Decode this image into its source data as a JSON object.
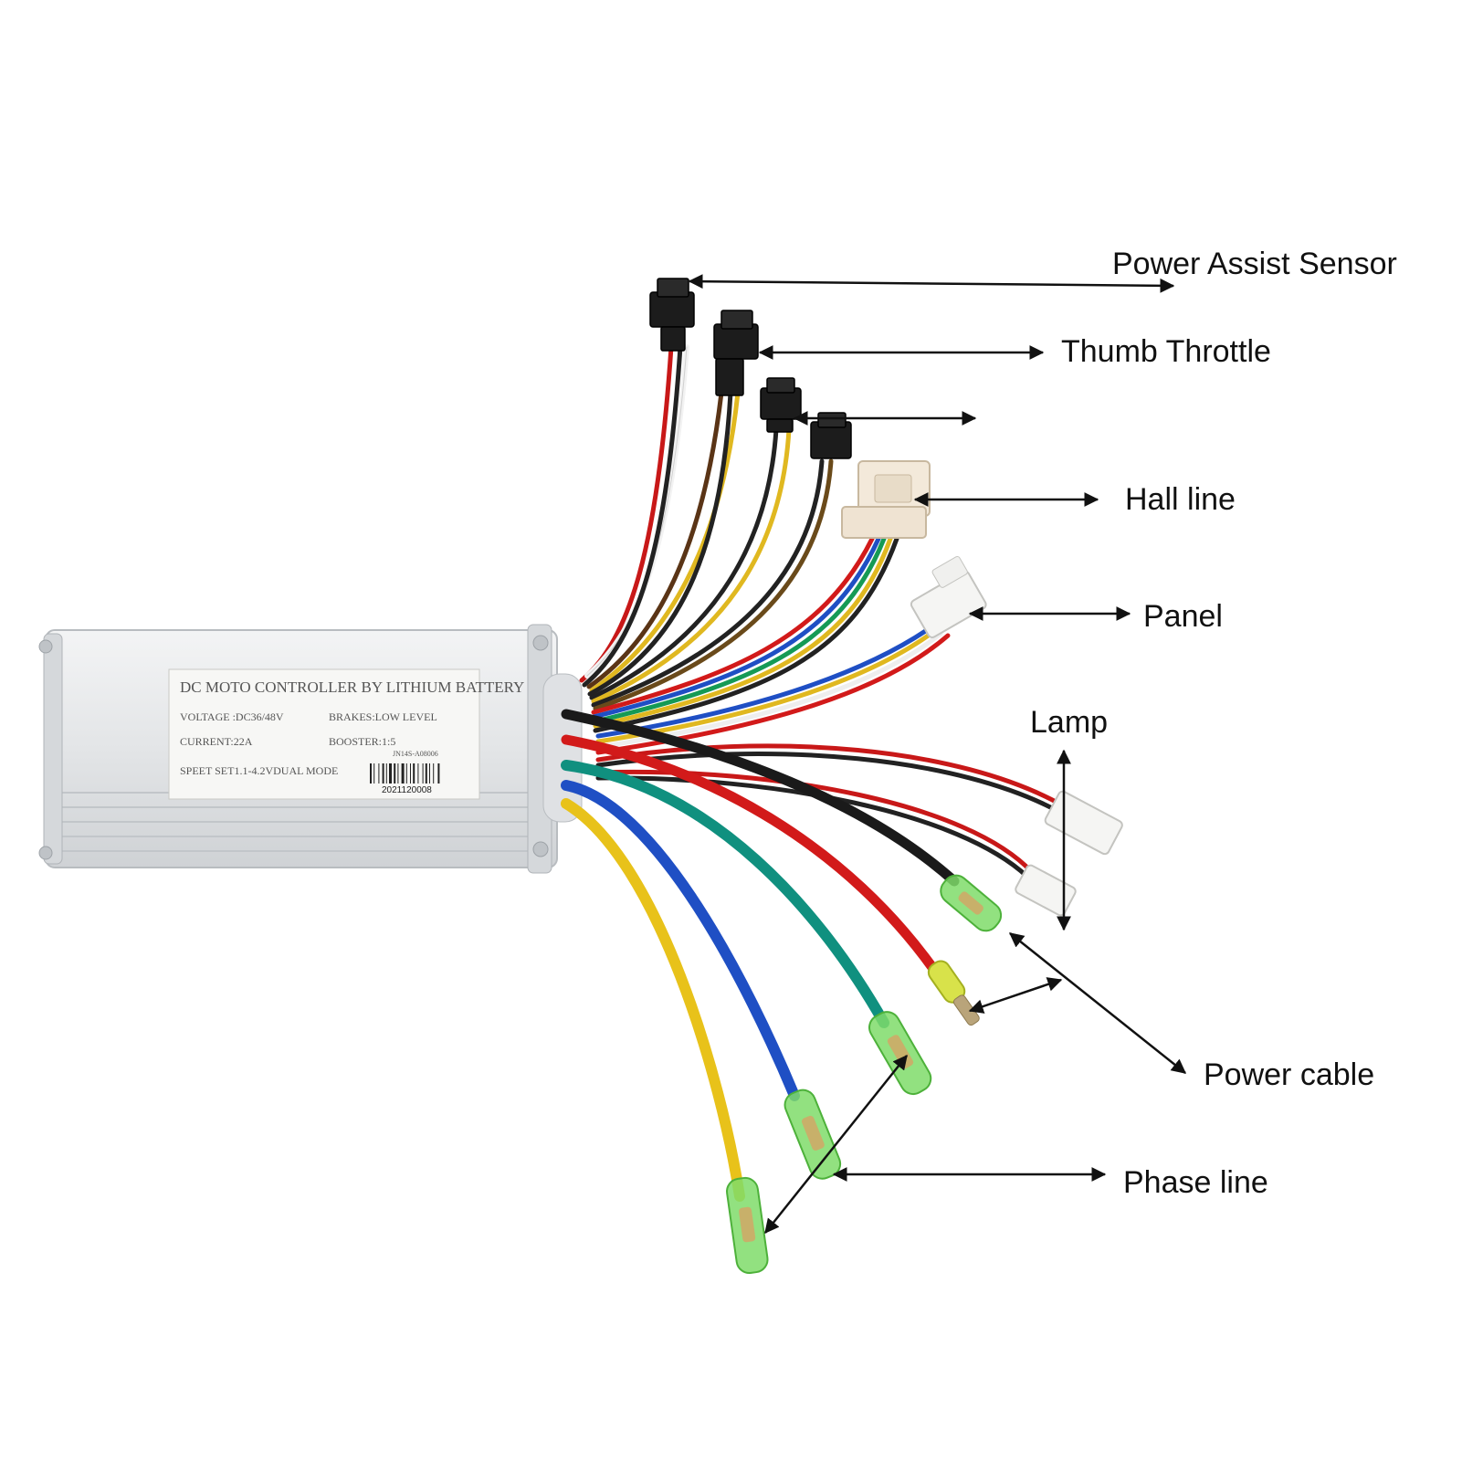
{
  "callouts": {
    "power_assist_sensor": "Power Assist Sensor",
    "thumb_throttle": "Thumb Throttle",
    "hall_line": "Hall line",
    "panel": "Panel",
    "lamp": "Lamp",
    "power_cable": "Power cable",
    "phase_line": "Phase line"
  },
  "controller_label": {
    "title": "DC MOTO CONTROLLER BY LITHIUM BATTERY",
    "voltage": "VOLTAGE :DC36/48V",
    "brakes": "BRAKES:LOW LEVEL",
    "current": "CURRENT:22A",
    "booster": "BOOSTER:1:5",
    "speed": "SPEET SET1.1-4.2VDUAL MODE",
    "model": "JN14S-A08006",
    "serial": "2021120008"
  },
  "colors": {
    "housing": "#e4e6e8",
    "wire_yellow": "#e8c21a",
    "wire_blue": "#1f4fc4",
    "wire_green": "#10907f",
    "wire_red": "#d21a1a",
    "wire_black": "#1a1a1a",
    "terminal_green": "#7fdc6a",
    "connector_black": "#1c1c1c",
    "connector_white": "#f4ecdf"
  }
}
